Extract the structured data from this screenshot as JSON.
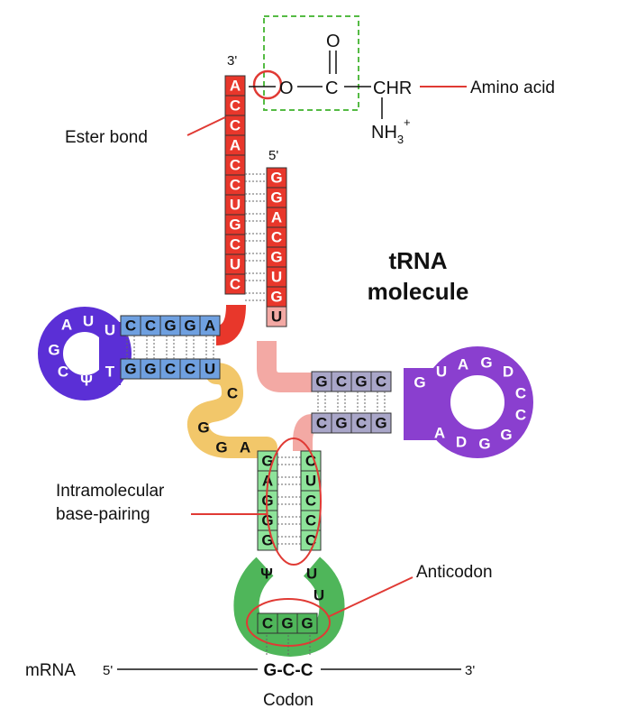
{
  "title": {
    "line1": "tRNA",
    "line2": "molecule"
  },
  "chemistry": {
    "oxygen": "O",
    "carbon": "C",
    "chr": "CHR",
    "nh": "NH",
    "nh_sub": "3",
    "nh_sup": "+",
    "carbonyl_o": "O"
  },
  "labels": {
    "ester_bond": "Ester bond",
    "amino_acid": "Amino acid",
    "intramolecular_1": "Intramolecular",
    "intramolecular_2": "base-pairing",
    "anticodon": "Anticodon",
    "codon": "Codon",
    "mrna": "mRNA",
    "mrna_5prime": "5'",
    "mrna_3prime": "3'",
    "codon_seq": "G-C-C",
    "end_3prime": "3'",
    "end_5prime": "5'"
  },
  "colors": {
    "acceptor": "#e8372b",
    "d_stem": "#6fa0e0",
    "d_loop": "#5b2fd6",
    "variable": "#f2c76a",
    "t_stem": "#a9a6c8",
    "t_loop": "#8a3fcf",
    "anticodon_stem": "#8ee39a",
    "anticodon_loop": "#4fb65a",
    "connector": "#f3a9a4",
    "highlight_circle": "#e03a34",
    "dashed_box": "#55bb44"
  },
  "sequences": {
    "acceptor_3prime_arm": [
      "A",
      "C",
      "C",
      "A",
      "C",
      "C",
      "U",
      "G",
      "C",
      "U",
      "C"
    ],
    "acceptor_5prime_arm": [
      "G",
      "G",
      "A",
      "C",
      "G",
      "U",
      "G",
      "U"
    ],
    "d_stem_top": [
      "C",
      "C",
      "G",
      "G",
      "A"
    ],
    "d_stem_bottom": [
      "G",
      "G",
      "C",
      "C",
      "U"
    ],
    "d_loop": [
      "A",
      "U",
      "U",
      "G",
      "C",
      "Ψ",
      "T"
    ],
    "variable_region": [
      "C",
      "G",
      "G",
      "A"
    ],
    "t_stem_top": [
      "G",
      "C",
      "G",
      "C"
    ],
    "t_stem_bottom": [
      "C",
      "G",
      "C",
      "G"
    ],
    "t_loop": [
      "G",
      "U",
      "A",
      "G",
      "D",
      "C",
      "C",
      "G",
      "G",
      "D",
      "A"
    ],
    "anticodon_stem_left": [
      "G",
      "A",
      "G",
      "G",
      "G"
    ],
    "anticodon_stem_right": [
      "C",
      "U",
      "C",
      "C",
      "C"
    ],
    "anticodon_loop": [
      "Ψ",
      "U",
      "U"
    ],
    "anticodon": [
      "C",
      "G",
      "G"
    ]
  }
}
